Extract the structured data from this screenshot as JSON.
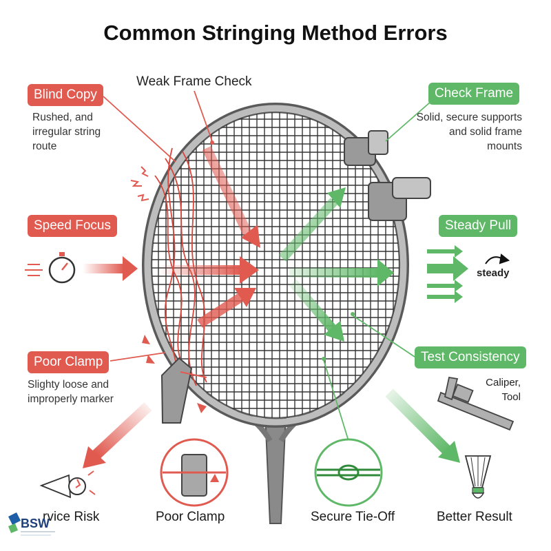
{
  "title": "Common Stringing Method Errors",
  "labels": {
    "blind_copy": "Blind Copy",
    "blind_copy_desc": "Rushed, and irregular string route",
    "weak_frame_check": "Weak Frame Check",
    "speed_focus": "Speed Focus",
    "poor_clamp": "Poor Clamp",
    "poor_clamp_desc": "Slighty loose and improperly marker",
    "check_frame": "Check Frame",
    "check_frame_desc": "Solid, secure supports and  solid frame mounts",
    "steady_pull": "Steady Pull",
    "steady": "steady",
    "test_consistency": "Test Consistency",
    "caliper_tool": "Caliper, Tool"
  },
  "bottom": {
    "service_risk": "rvice Risk",
    "poor_clamp": "Poor Clamp",
    "secure_tie_off": "Secure Tie-Off",
    "better_result": "Better Result"
  },
  "logo": {
    "text": "BSW"
  },
  "colors": {
    "error": "#e05a50",
    "good": "#5fb868",
    "frame": "#6b6b6b",
    "string": "#333333"
  }
}
